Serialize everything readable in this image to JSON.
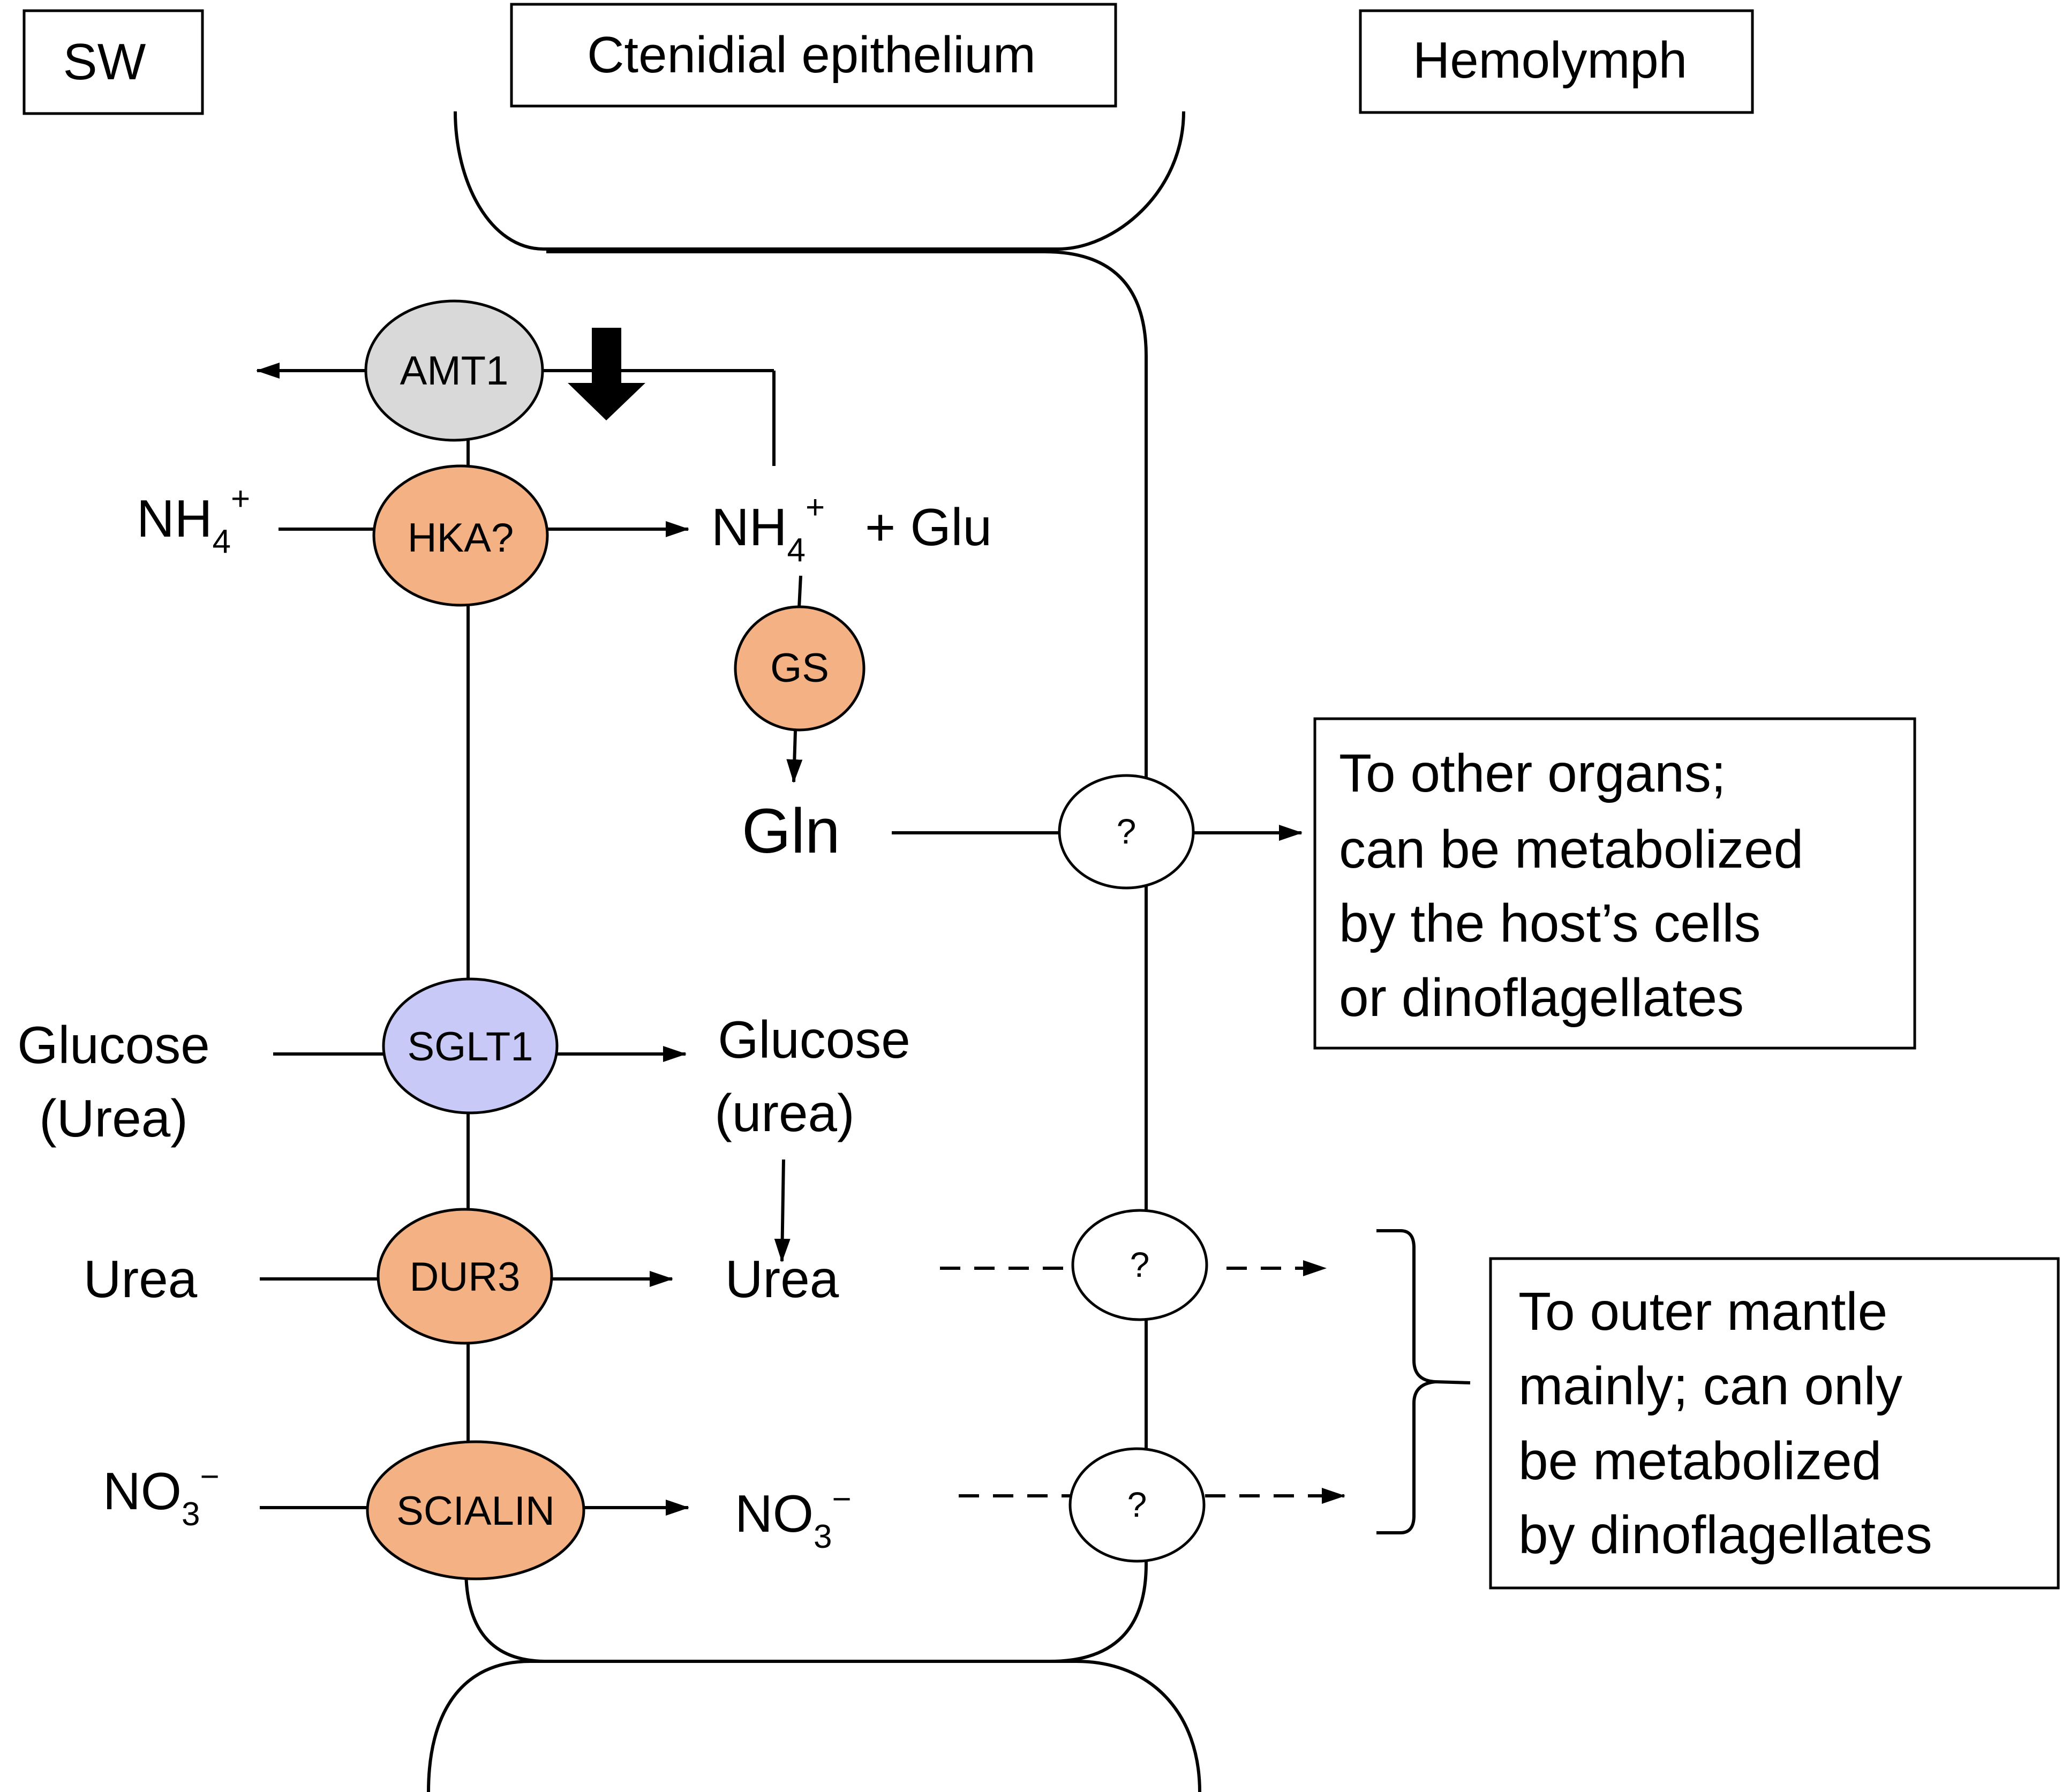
{
  "headers": {
    "sw": "SW",
    "epithelium": "Ctenidial epithelium",
    "hemolymph": "Hemolymph"
  },
  "transporters": {
    "amt1": "AMT1",
    "hka": "HKA?",
    "gs": "GS",
    "sglt1": "SGLT1",
    "dur3": "DUR3",
    "scialin": "SCIALIN",
    "unknown": "?"
  },
  "labels": {
    "nh4": {
      "base": "NH",
      "sub": "4",
      "sup": "+"
    },
    "glu": "+ Glu",
    "gln": "Gln",
    "glucose_out": "Glucose",
    "urea_paren_out": "(Urea)",
    "glucose_in": "Glucose",
    "urea_paren_in": "(urea)",
    "urea": "Urea",
    "no3": {
      "base": "NO",
      "sub": "3",
      "sup": "−"
    }
  },
  "notes": {
    "other_organs": [
      "To other organs;",
      "can be metabolized",
      "by the host’s cells",
      "or dinoflagellates"
    ],
    "outer_mantle": [
      "To outer mantle",
      "mainly; can only",
      "be metabolized",
      "by dinoflagellates"
    ]
  },
  "colors": {
    "orange": "#f4b183",
    "gray": "#d9d9d9",
    "lavender": "#c9c9f7",
    "white": "#ffffff",
    "line": "#000000"
  }
}
